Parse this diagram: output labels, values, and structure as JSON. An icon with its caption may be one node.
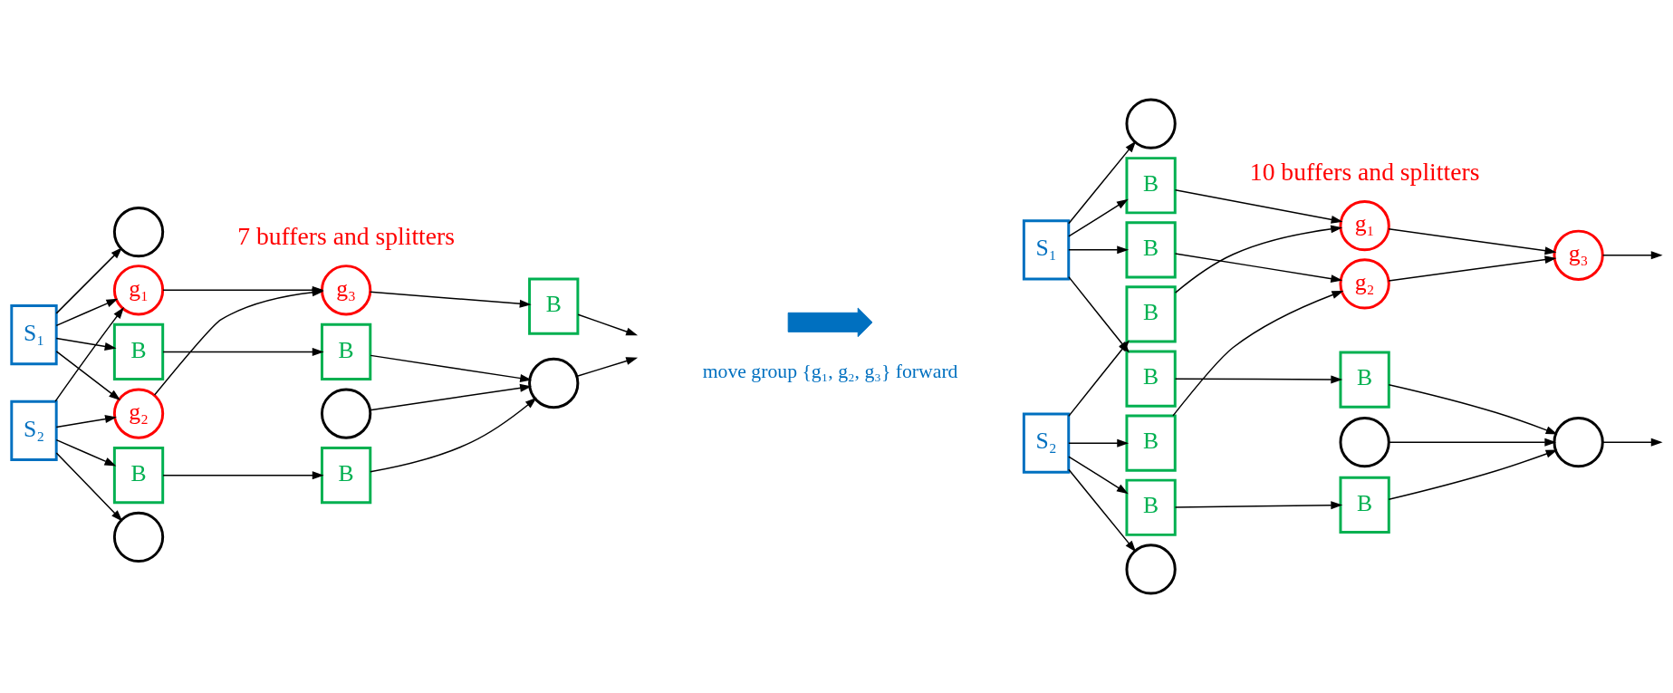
{
  "diagram": {
    "nodes": [
      {
        "text": [
          "S₁"
        ]
      },
      {
        "text": [
          "S₂"
        ]
      },
      {
        "text": [],
        "shape": "circle"
      },
      {
        "text": [
          "g₁"
        ]
      },
      {
        "text": [
          "B"
        ]
      },
      {
        "text": [
          "g₂"
        ]
      },
      {
        "text": [
          "B"
        ]
      },
      {
        "text": [],
        "shape": "circle"
      },
      {
        "text": [
          "g₃"
        ]
      },
      {
        "text": [
          "B"
        ]
      },
      {
        "text": [],
        "shape": "circle"
      },
      {
        "text": [
          "B"
        ]
      },
      {
        "text": [
          "B"
        ]
      },
      {
        "text": [],
        "shape": "circle"
      },
      {
        "text": [
          "S₁"
        ]
      },
      {
        "text": [
          "S₂"
        ]
      },
      {
        "text": [],
        "shape": "circle"
      },
      {
        "text": [
          "B"
        ]
      },
      {
        "text": [
          "B"
        ]
      },
      {
        "text": [
          "B"
        ]
      },
      {
        "text": [
          "B"
        ]
      },
      {
        "text": [
          "B"
        ]
      },
      {
        "text": [
          "B"
        ]
      },
      {
        "text": [],
        "shape": "circle"
      },
      {
        "text": [
          "g₁"
        ]
      },
      {
        "text": [
          "B"
        ]
      },
      {
        "text": [],
        "shape": "circle"
      },
      {
        "text": [
          "g₂"
        ]
      },
      {
        "text": [
          "B"
        ]
      },
      {
        "text": [
          "g₃"
        ]
      },
      {
        "text": [],
        "shape": "circle"
      },
      {
        "text": [],
        "shape": "arrow"
      }
    ],
    "edges": [
      {
        "from": 0,
        "to": 2,
        "arrow": "to"
      },
      {
        "from": 0,
        "to": 3,
        "arrow": "to"
      },
      {
        "from": 0,
        "to": 4,
        "arrow": "to"
      },
      {
        "from": 0,
        "to": 5,
        "arrow": "to"
      },
      {
        "from": 1,
        "to": 3,
        "arrow": "to"
      },
      {
        "from": 1,
        "to": 5,
        "arrow": "to"
      },
      {
        "from": 1,
        "to": 6,
        "arrow": "to"
      },
      {
        "from": 1,
        "to": 7,
        "arrow": "to"
      },
      {
        "from": 3,
        "to": 8,
        "arrow": "to"
      },
      {
        "from": 4,
        "to": 9,
        "arrow": "to"
      },
      {
        "from": 5,
        "to": 8,
        "arrow": "to"
      },
      {
        "from": 6,
        "to": 11,
        "arrow": "to"
      },
      {
        "from": 8,
        "to": 12,
        "arrow": "to"
      },
      {
        "from": 9,
        "to": 13,
        "arrow": "to"
      },
      {
        "from": 10,
        "to": 13,
        "arrow": "to"
      },
      {
        "from": 11,
        "to": 13,
        "arrow": "to"
      },
      {
        "from": 12,
        "to": null,
        "arrow": "to"
      },
      {
        "from": 13,
        "to": null,
        "arrow": "to"
      },
      {
        "from": 14,
        "to": 16,
        "arrow": "to"
      },
      {
        "from": 14,
        "to": 17,
        "arrow": "to"
      },
      {
        "from": 14,
        "to": 18,
        "arrow": "to"
      },
      {
        "from": 14,
        "to": 19,
        "arrow": "to"
      },
      {
        "from": 15,
        "to": 20,
        "arrow": "to"
      },
      {
        "from": 15,
        "to": 21,
        "arrow": "to"
      },
      {
        "from": 15,
        "to": 22,
        "arrow": "to"
      },
      {
        "from": 15,
        "to": 23,
        "arrow": "to"
      },
      {
        "from": 17,
        "to": 24,
        "arrow": "to"
      },
      {
        "from": 18,
        "to": 27,
        "arrow": "to"
      },
      {
        "from": 19,
        "to": 25,
        "arrow": "to"
      },
      {
        "from": 20,
        "to": 24,
        "arrow": "to"
      },
      {
        "from": 21,
        "to": 27,
        "arrow": "to"
      },
      {
        "from": 22,
        "to": 28,
        "arrow": "to"
      },
      {
        "from": 24,
        "to": 29,
        "arrow": "to"
      },
      {
        "from": 27,
        "to": 29,
        "arrow": "to"
      },
      {
        "from": 25,
        "to": 30,
        "arrow": "to"
      },
      {
        "from": 26,
        "to": 30,
        "arrow": "to"
      },
      {
        "from": 28,
        "to": 30,
        "arrow": "to"
      },
      {
        "from": 29,
        "to": null,
        "arrow": "to"
      },
      {
        "from": 30,
        "to": null,
        "arrow": "to"
      }
    ],
    "labels": [
      "7 buffers and splitters",
      "move group {g₁, g₂, g₃} forward",
      "10 buffers and splitters"
    ]
  }
}
